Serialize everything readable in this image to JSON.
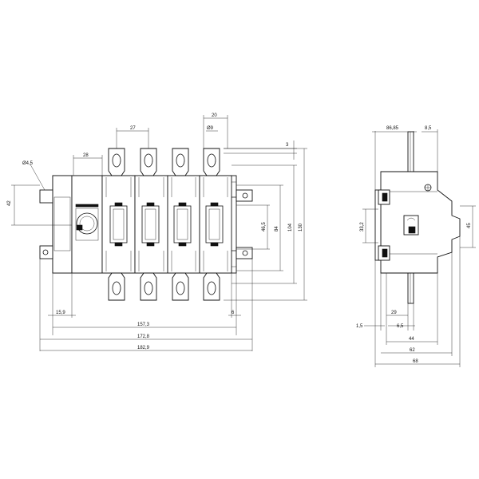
{
  "front_view": {
    "dims": {
      "hole_dia": "Ø4,5",
      "top_28": "28",
      "pitch_27": "27",
      "pitch_20": "20",
      "terminal_dia": "Ø9",
      "gap_3": "3",
      "left_42": "42",
      "h_46_5": "46,5",
      "h_84": "84",
      "h_104": "104",
      "h_130": "130",
      "bottom_15_9": "15,9",
      "bottom_6": "6",
      "w_157_3": "157,3",
      "w_172_8": "172,8",
      "w_182_9": "182,9"
    }
  },
  "side_view": {
    "dims": {
      "top_86_85": "86,85",
      "top_8_5": "8,5",
      "h_33_2": "33,2",
      "h_45": "45",
      "b_1_5": "1,5",
      "b_29": "29",
      "b_6_5": "6,5",
      "w_44": "44",
      "w_62": "62",
      "w_68": "68"
    }
  }
}
